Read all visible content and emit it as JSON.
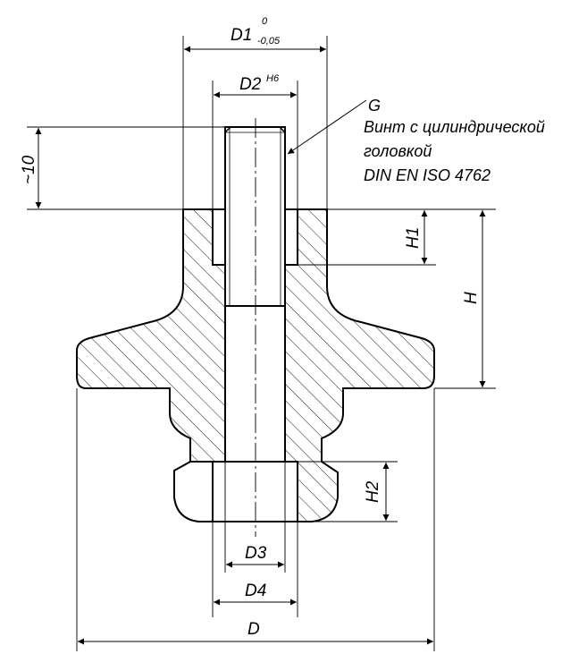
{
  "drawing": {
    "dimensions": {
      "d1": "D1",
      "d1_tol_upper": "0",
      "d1_tol_lower": "-0,05",
      "d2": "D2",
      "d2_fit": "H6",
      "d3": "D3",
      "d4": "D4",
      "d": "D",
      "h": "H",
      "h1": "H1",
      "h2": "H2",
      "approx10": "~10"
    },
    "callout": {
      "g": "G",
      "line1": "Винт с цилиндрической",
      "line2": "головкой",
      "line3": "DIN EN ISO 4762"
    }
  }
}
